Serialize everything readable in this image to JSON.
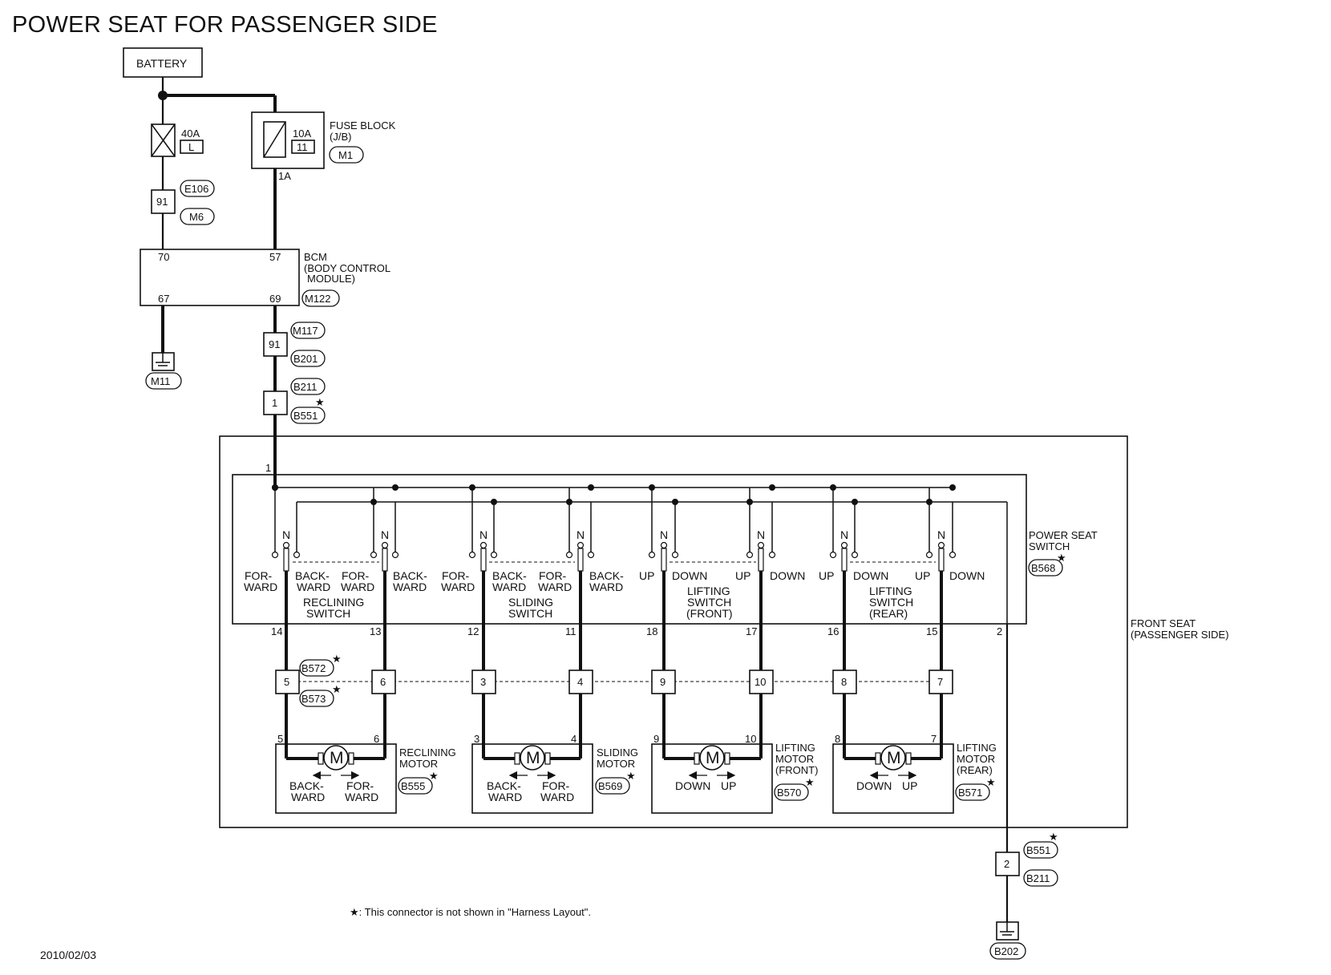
{
  "title": "POWER SEAT FOR PASSENGER SIDE",
  "date": "2010/02/03",
  "footnote": "★: This connector is not shown in \"Harness Layout\".",
  "battery": "BATTERY",
  "fuse40": {
    "rating": "40A",
    "code": "L"
  },
  "fuse10": {
    "rating": "10A",
    "code": "11"
  },
  "fuse_block": {
    "name1": "FUSE BLOCK",
    "name2": "(J/B)",
    "conn": "M1",
    "pin": "1A"
  },
  "conn_e106": "E106",
  "conn_m6": "M6",
  "pin91a": "91",
  "bcm": {
    "name1": "BCM",
    "name2": "(BODY CONTROL",
    "name3": "MODULE)",
    "conn": "M122",
    "p70": "70",
    "p57": "57",
    "p67": "67",
    "p69": "69"
  },
  "ground_m11": "M11",
  "conn_m117": "M117",
  "conn_b201": "B201",
  "pin91b": "91",
  "conn_b211_top": "B211",
  "conn_b551_top": "B551",
  "pin1": "1",
  "pin1_switch": "1",
  "power_seat_switch": {
    "name1": "POWER SEAT",
    "name2": "SWITCH",
    "conn": "B568"
  },
  "front_seat": {
    "name1": "FRONT SEAT",
    "name2": "(PASSENGER SIDE)"
  },
  "switch_labels": {
    "n": "N",
    "for1": "FOR-",
    "for2": "WARD",
    "back1": "BACK-",
    "back2": "WARD",
    "up": "UP",
    "down": "DOWN",
    "reclining1": "RECLINING",
    "reclining2": "SWITCH",
    "sliding1": "SLIDING",
    "sliding2": "SWITCH",
    "liftf1": "LIFTING",
    "liftf2": "SWITCH",
    "liftf3": "(FRONT)",
    "liftr1": "LIFTING",
    "liftr2": "SWITCH",
    "liftr3": "(REAR)"
  },
  "switch_pins": {
    "p14": "14",
    "p13": "13",
    "p12": "12",
    "p11": "11",
    "p18": "18",
    "p17": "17",
    "p16": "16",
    "p15": "15",
    "p2": "2"
  },
  "conn_b572": "B572",
  "conn_b573": "B573",
  "mid_pins": {
    "a": "5",
    "b": "6",
    "c": "3",
    "d": "4",
    "e": "9",
    "f": "10",
    "g": "8",
    "h": "7"
  },
  "motor_pins": {
    "a": "5",
    "b": "6",
    "c": "3",
    "d": "4",
    "e": "9",
    "f": "10",
    "g": "8",
    "h": "7"
  },
  "motor_m": "M",
  "reclining_motor": {
    "name1": "RECLINING",
    "name2": "MOTOR",
    "conn": "B555",
    "l1": "BACK-",
    "l2": "WARD",
    "r1": "FOR-",
    "r2": "WARD"
  },
  "sliding_motor": {
    "name1": "SLIDING",
    "name2": "MOTOR",
    "conn": "B569",
    "l1": "BACK-",
    "l2": "WARD",
    "r1": "FOR-",
    "r2": "WARD"
  },
  "lifting_motor_front": {
    "name1": "LIFTING",
    "name2": "MOTOR",
    "name3": "(FRONT)",
    "conn": "B570",
    "l": "DOWN",
    "r": "UP"
  },
  "lifting_motor_rear": {
    "name1": "LIFTING",
    "name2": "MOTOR",
    "name3": "(REAR)",
    "conn": "B571",
    "l": "DOWN",
    "r": "UP"
  },
  "conn_b551_bot": "B551",
  "conn_b211_bot": "B211",
  "pin2": "2",
  "ground_b202": "B202",
  "star": "★"
}
